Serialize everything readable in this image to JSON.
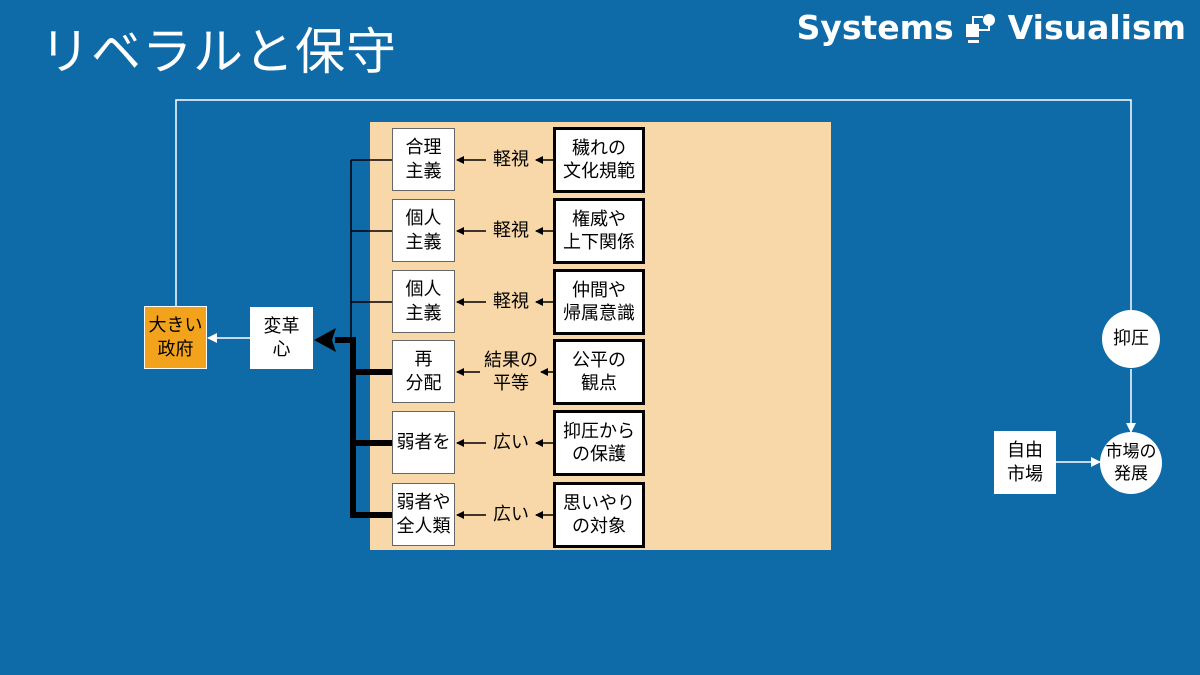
{
  "title": "リベラルと保守",
  "brand": {
    "name_left": "Systems",
    "name_right": "Visualism",
    "logo_icon": "systems-visualism-logo-icon"
  },
  "rows": [
    {
      "source": "穢れの\n文化規範",
      "relation": "軽視",
      "target": "合理\n主義"
    },
    {
      "source": "権威や\n上下関係",
      "relation": "軽視",
      "target": "個人\n主義"
    },
    {
      "source": "仲間や\n帰属意識",
      "relation": "軽視",
      "target": "個人\n主義"
    },
    {
      "source": "公平の\n観点",
      "relation": "結果の\n平等",
      "target": "再\n分配"
    },
    {
      "source": "抑圧から\nの保護",
      "relation": "広い",
      "target": "弱者を"
    },
    {
      "source": "思いやり\nの対象",
      "relation": "広い",
      "target": "弱者や\n全人類"
    }
  ],
  "left": {
    "change": "変革\n心",
    "gov": "大きい\n政府"
  },
  "right": {
    "oppression": "抑圧",
    "free_market": "自由\n市場",
    "market_growth": "市場の\n発展"
  },
  "colors": {
    "background": "#0f6aa8",
    "panel": "#f8d8a8",
    "gov_box": "#f3a21c"
  }
}
